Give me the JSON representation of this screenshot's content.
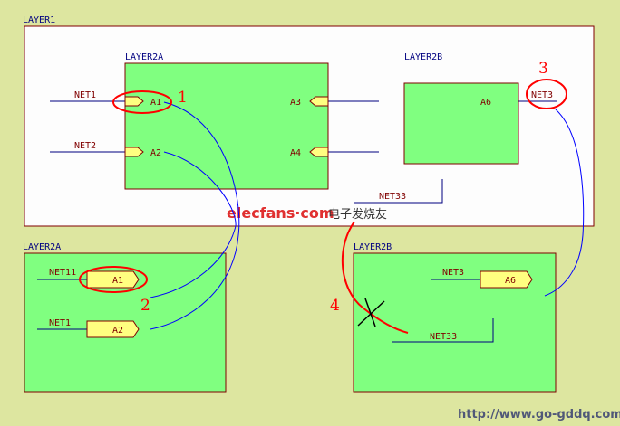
{
  "colors": {
    "background": "#dde6a0",
    "sheet": "#ffffff",
    "block": "#80ff80",
    "border": "#800000",
    "wire": "#000080",
    "link": "#0000ff",
    "highlight": "#ff0000",
    "port": "#ffff80"
  },
  "top": {
    "layer1": "LAYER1",
    "layer2a": "LAYER2A",
    "layer2b": "LAYER2B",
    "nets": {
      "net1": "NET1",
      "net2": "NET2",
      "net3": "NET3",
      "net33": "NET33"
    },
    "pins": {
      "a1": "A1",
      "a2": "A2",
      "a3": "A3",
      "a4": "A4",
      "a6": "A6"
    }
  },
  "bottom_left": {
    "title": "LAYER2A",
    "net11": "NET11",
    "net1": "NET1",
    "port_a1": "A1",
    "port_a2": "A2"
  },
  "bottom_right": {
    "title": "LAYER2B",
    "net3": "NET3",
    "net33": "NET33",
    "port_a6": "A6"
  },
  "markers": [
    "1",
    "2",
    "3",
    "4"
  ],
  "watermark": {
    "brand": "elecfans·com",
    "cn": "电子发烧友"
  },
  "url": "http://www.go-gddq.com"
}
